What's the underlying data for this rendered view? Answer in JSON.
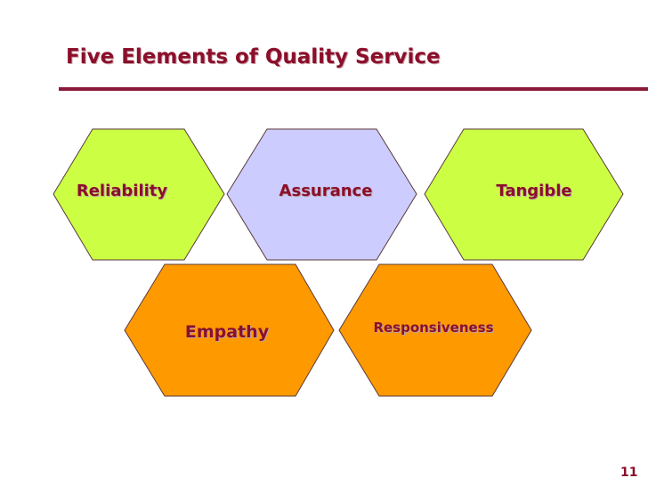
{
  "slide": {
    "title": "Five Elements of Quality Service",
    "page_number": "11"
  },
  "elements": [
    {
      "label": "Reliability",
      "color": "#ccff44"
    },
    {
      "label": "Assurance",
      "color": "#ccccff"
    },
    {
      "label": "Tangible",
      "color": "#ccff44"
    },
    {
      "label": "Empathy",
      "color": "#ff9900"
    },
    {
      "label": "Responsiveness",
      "color": "#ff9900"
    }
  ],
  "colors": {
    "text": "#8b0f2b",
    "rule": "#8b1a3a",
    "hex_stroke": "#5a3a3a"
  }
}
